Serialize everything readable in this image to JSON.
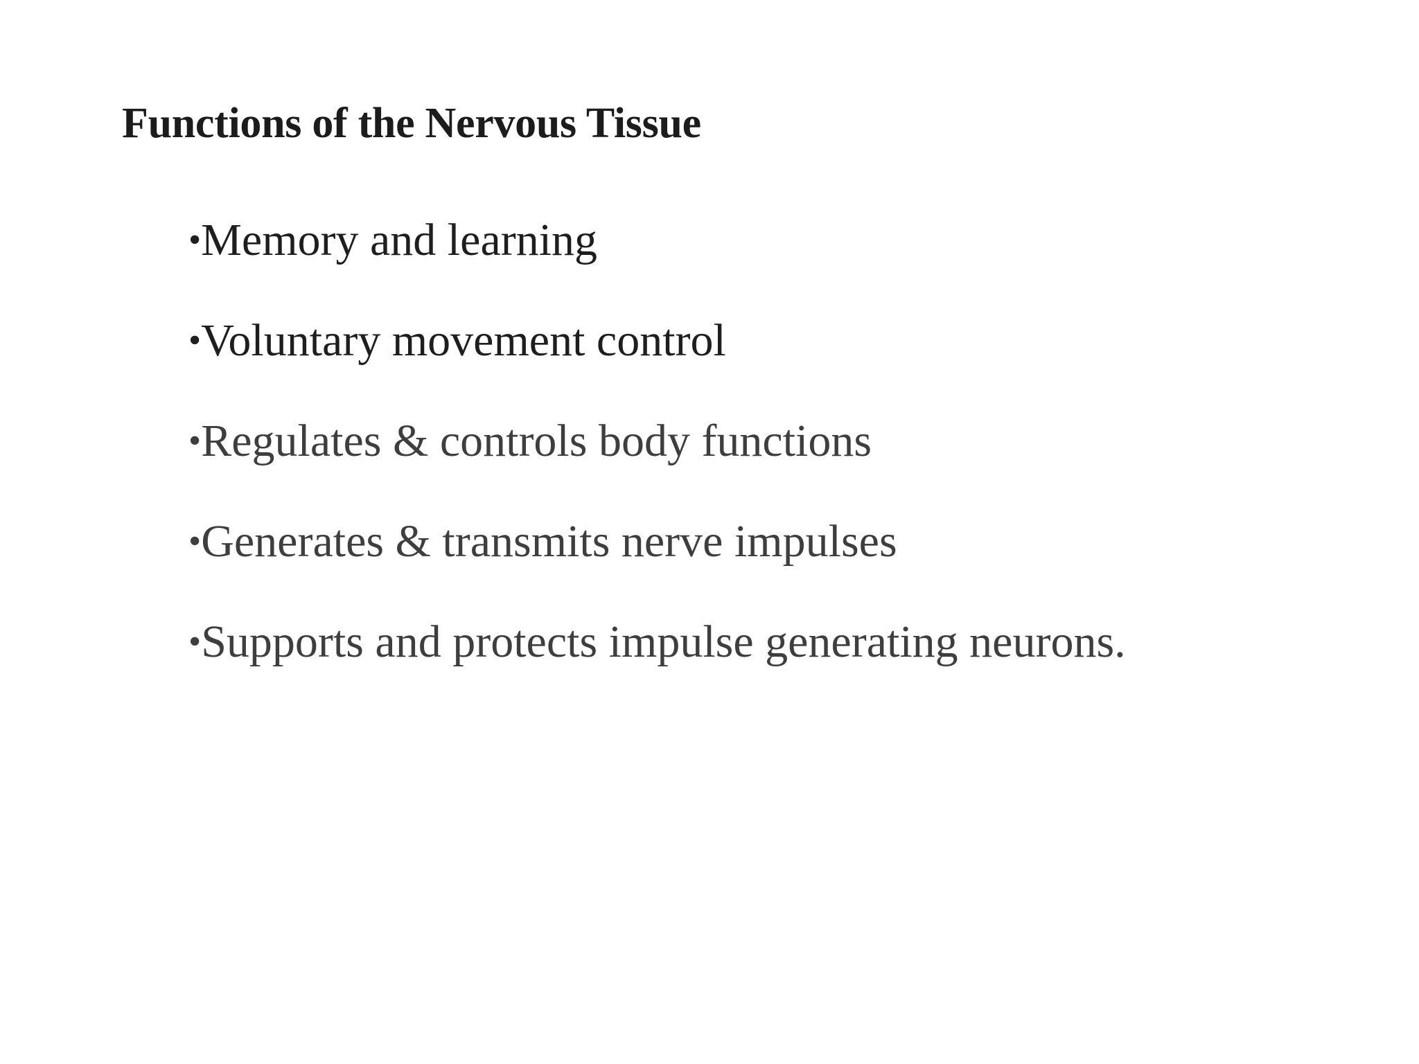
{
  "slide": {
    "background_color": "#ffffff",
    "title": "Functions of the Nervous Tissue",
    "title_color": "#1c1c1c",
    "bullet_glyph": "•",
    "bullets": [
      {
        "text": "Memory and learning",
        "color": "#1e1e1e",
        "tone": "dark"
      },
      {
        "text": "Voluntary movement control",
        "color": "#1e1e1e",
        "tone": "dark"
      },
      {
        "text": "Regulates & controls body functions",
        "color": "#3e3e3e",
        "tone": "mid"
      },
      {
        "text": "Generates & transmits nerve impulses",
        "color": "#3e3e3e",
        "tone": "mid"
      },
      {
        "text": "Supports and protects impulse generating neurons.",
        "color": "#3e3e3e",
        "tone": "mid"
      }
    ]
  }
}
